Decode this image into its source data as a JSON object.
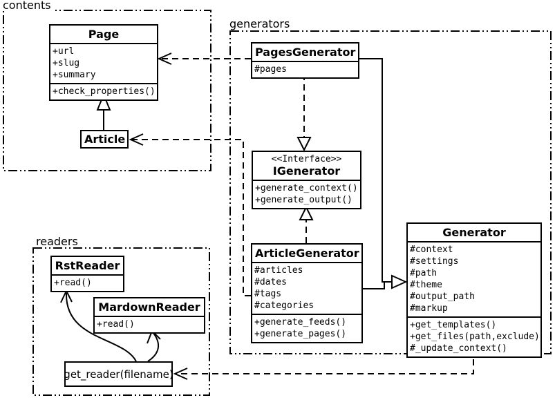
{
  "packages": {
    "contents": {
      "label": "contents"
    },
    "generators": {
      "label": "generators"
    },
    "readers": {
      "label": "readers"
    }
  },
  "classes": {
    "page": {
      "name": "Page",
      "attributes": [
        "+url",
        "+slug",
        "+summary"
      ],
      "methods": [
        "+check_properties()"
      ]
    },
    "article": {
      "name": "Article"
    },
    "pages_generator": {
      "name": "PagesGenerator",
      "attributes": [
        "#pages"
      ]
    },
    "igenerator": {
      "stereotype": "<<Interface>>",
      "name": "IGenerator",
      "methods": [
        "+generate_context()",
        "+generate_output()"
      ]
    },
    "article_generator": {
      "name": "ArticleGenerator",
      "attributes": [
        "#articles",
        "#dates",
        "#tags",
        "#categories"
      ],
      "methods": [
        "+generate_feeds()",
        "+generate_pages()"
      ]
    },
    "generator": {
      "name": "Generator",
      "attributes": [
        "#context",
        "#settings",
        "#path",
        "#theme",
        "#output_path",
        "#markup"
      ],
      "methods": [
        "+get_templates()",
        "+get_files(path,exclude)",
        "#_update_context()"
      ]
    },
    "rst_reader": {
      "name": "RstReader",
      "methods": [
        "+read()"
      ]
    },
    "markdown_reader": {
      "name": "MardownReader",
      "methods": [
        "+read()"
      ]
    },
    "get_reader": {
      "label": "get_reader(filename)"
    }
  },
  "colors": {
    "line": "#000000",
    "background": "#ffffff",
    "fill": "#ffffff"
  }
}
